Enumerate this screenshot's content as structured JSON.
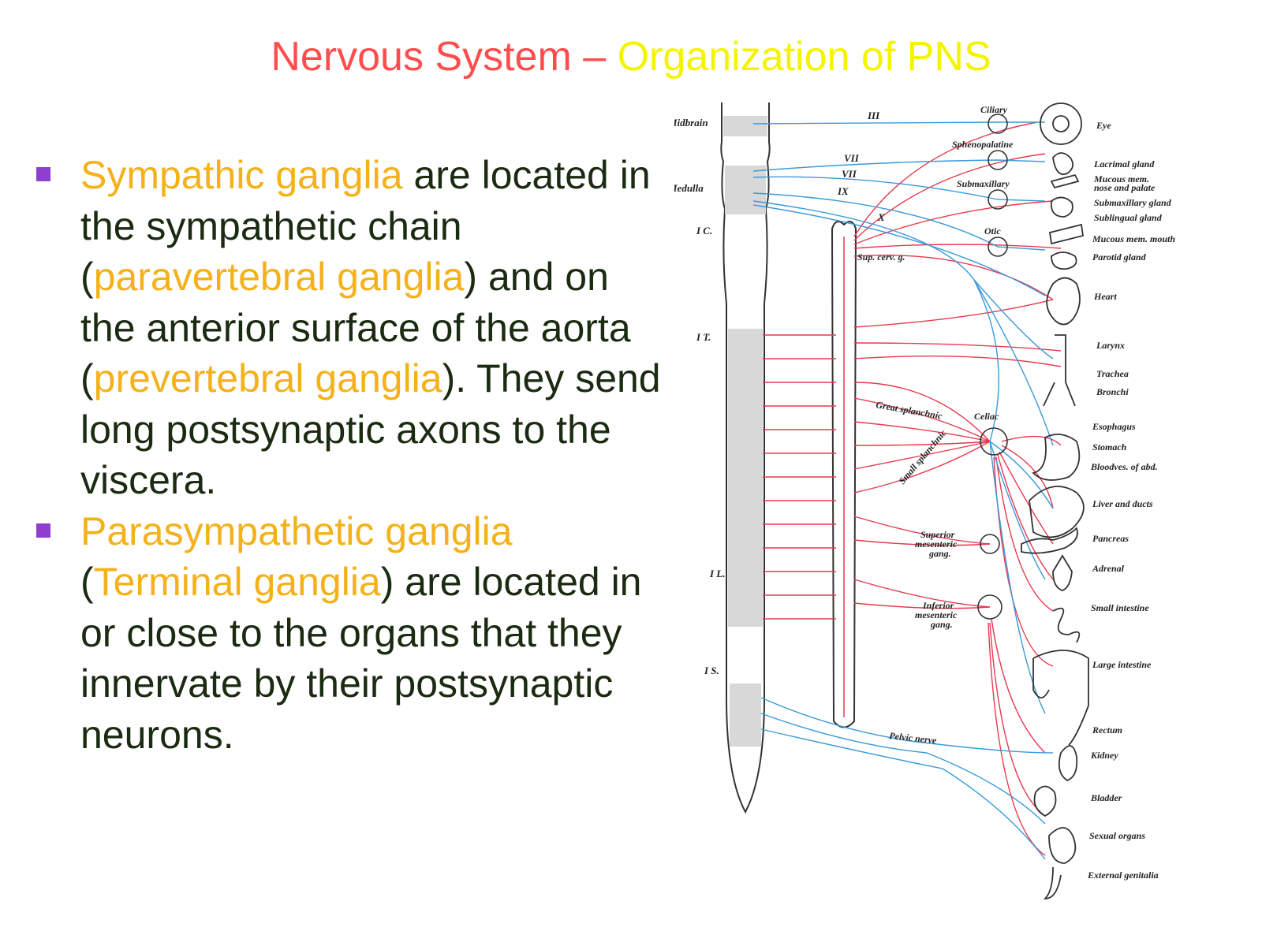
{
  "title": {
    "main": "Nervous System – ",
    "sub": "Organization of PNS"
  },
  "colors": {
    "title_main": "#ff4d4d",
    "title_sub": "#f4f400",
    "highlight": "#f5b11a",
    "body_text": "#1b2b12",
    "bullet": "#8e3fd0",
    "sympathetic_nerve": "#e8394f",
    "parasympathetic_nerve": "#3a9ad9"
  },
  "bullets": [
    {
      "segments": [
        {
          "text": "Sympathic ganglia",
          "highlight": true
        },
        {
          "text": " are located in the sympathetic chain (",
          "highlight": false
        },
        {
          "text": "paravertebral ganglia",
          "highlight": true
        },
        {
          "text": ") and on the anterior surface of the aorta (",
          "highlight": false
        },
        {
          "text": "prevertebral ganglia",
          "highlight": true
        },
        {
          "text": "). They send long postsynaptic axons to the viscera.",
          "highlight": false
        }
      ]
    },
    {
      "segments": [
        {
          "text": "Parasympathetic ganglia",
          "highlight": true
        },
        {
          "text": " (",
          "highlight": false
        },
        {
          "text": "Terminal ganglia",
          "highlight": true
        },
        {
          "text": ") are located in or close to the organs that they innervate by their postsynaptic neurons.",
          "highlight": false
        }
      ]
    }
  ],
  "diagram": {
    "cord_labels": {
      "midbrain": "Midbrain",
      "medulla": "Medulla",
      "ic": "I C.",
      "it": "I T.",
      "il": "I L.",
      "is": "I S."
    },
    "cranial_nerves": {
      "iii": "III",
      "vii_a": "VII",
      "vii_b": "VII",
      "ix": "IX",
      "x": "X"
    },
    "ganglia": {
      "ciliary": "Ciliary",
      "sphenopalatine": "Sphenopalatine",
      "submaxillary": "Submaxillary",
      "otic": "Otic",
      "sup_cerv": "Sup. cerv. g.",
      "great_splanchnic": "Great splanchnic",
      "small_splanchnic": "Small splanchnic",
      "celiac": "Celiac",
      "superior_mesenteric": [
        "Superior",
        "mesenteric",
        "gang."
      ],
      "inferior_mesenteric": [
        "Inferior",
        "mesenteric",
        "gang."
      ],
      "pelvic_nerve": "Pelvic nerve"
    },
    "organs": {
      "eye": "Eye",
      "lacrimal": "Lacrimal gland",
      "mucous_nose": [
        "Mucous mem.",
        "nose and palate"
      ],
      "submaxillary_gland": "Submaxillary gland",
      "sublingual": "Sublingual gland",
      "mucous_mouth": "Mucous mem. mouth",
      "parotid": "Parotid gland",
      "heart": "Heart",
      "larynx": "Larynx",
      "trachea": "Trachea",
      "bronchi": "Bronchi",
      "esophagus": "Esophagus",
      "stomach": "Stomach",
      "bloodves": "Bloodves. of abd.",
      "liver": "Liver and ducts",
      "pancreas": "Pancreas",
      "adrenal": "Adrenal",
      "small_intestine": "Small intestine",
      "large_intestine": "Large intestine",
      "rectum": "Rectum",
      "kidney": "Kidney",
      "bladder": "Bladder",
      "sexual": "Sexual organs",
      "external": "External genitalia"
    }
  }
}
